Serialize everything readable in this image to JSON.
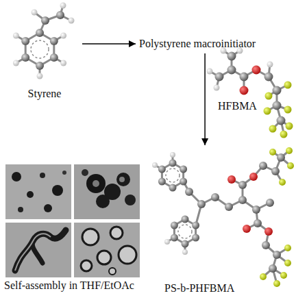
{
  "diagram": {
    "nodes": [
      {
        "text": [
          "Styrene"
        ]
      },
      {
        "text": [
          "Polystyrene macroinitiator"
        ]
      },
      {
        "text": [
          "PS-b-PHFBMA"
        ]
      }
    ],
    "edges": [
      {
        "from": 0,
        "to": 1,
        "arrow": "to"
      },
      {
        "from": 1,
        "to": 2,
        "arrow": "to"
      }
    ],
    "labels": [
      "HFBMA",
      "Self-assembly in THF/EtOAc"
    ]
  }
}
